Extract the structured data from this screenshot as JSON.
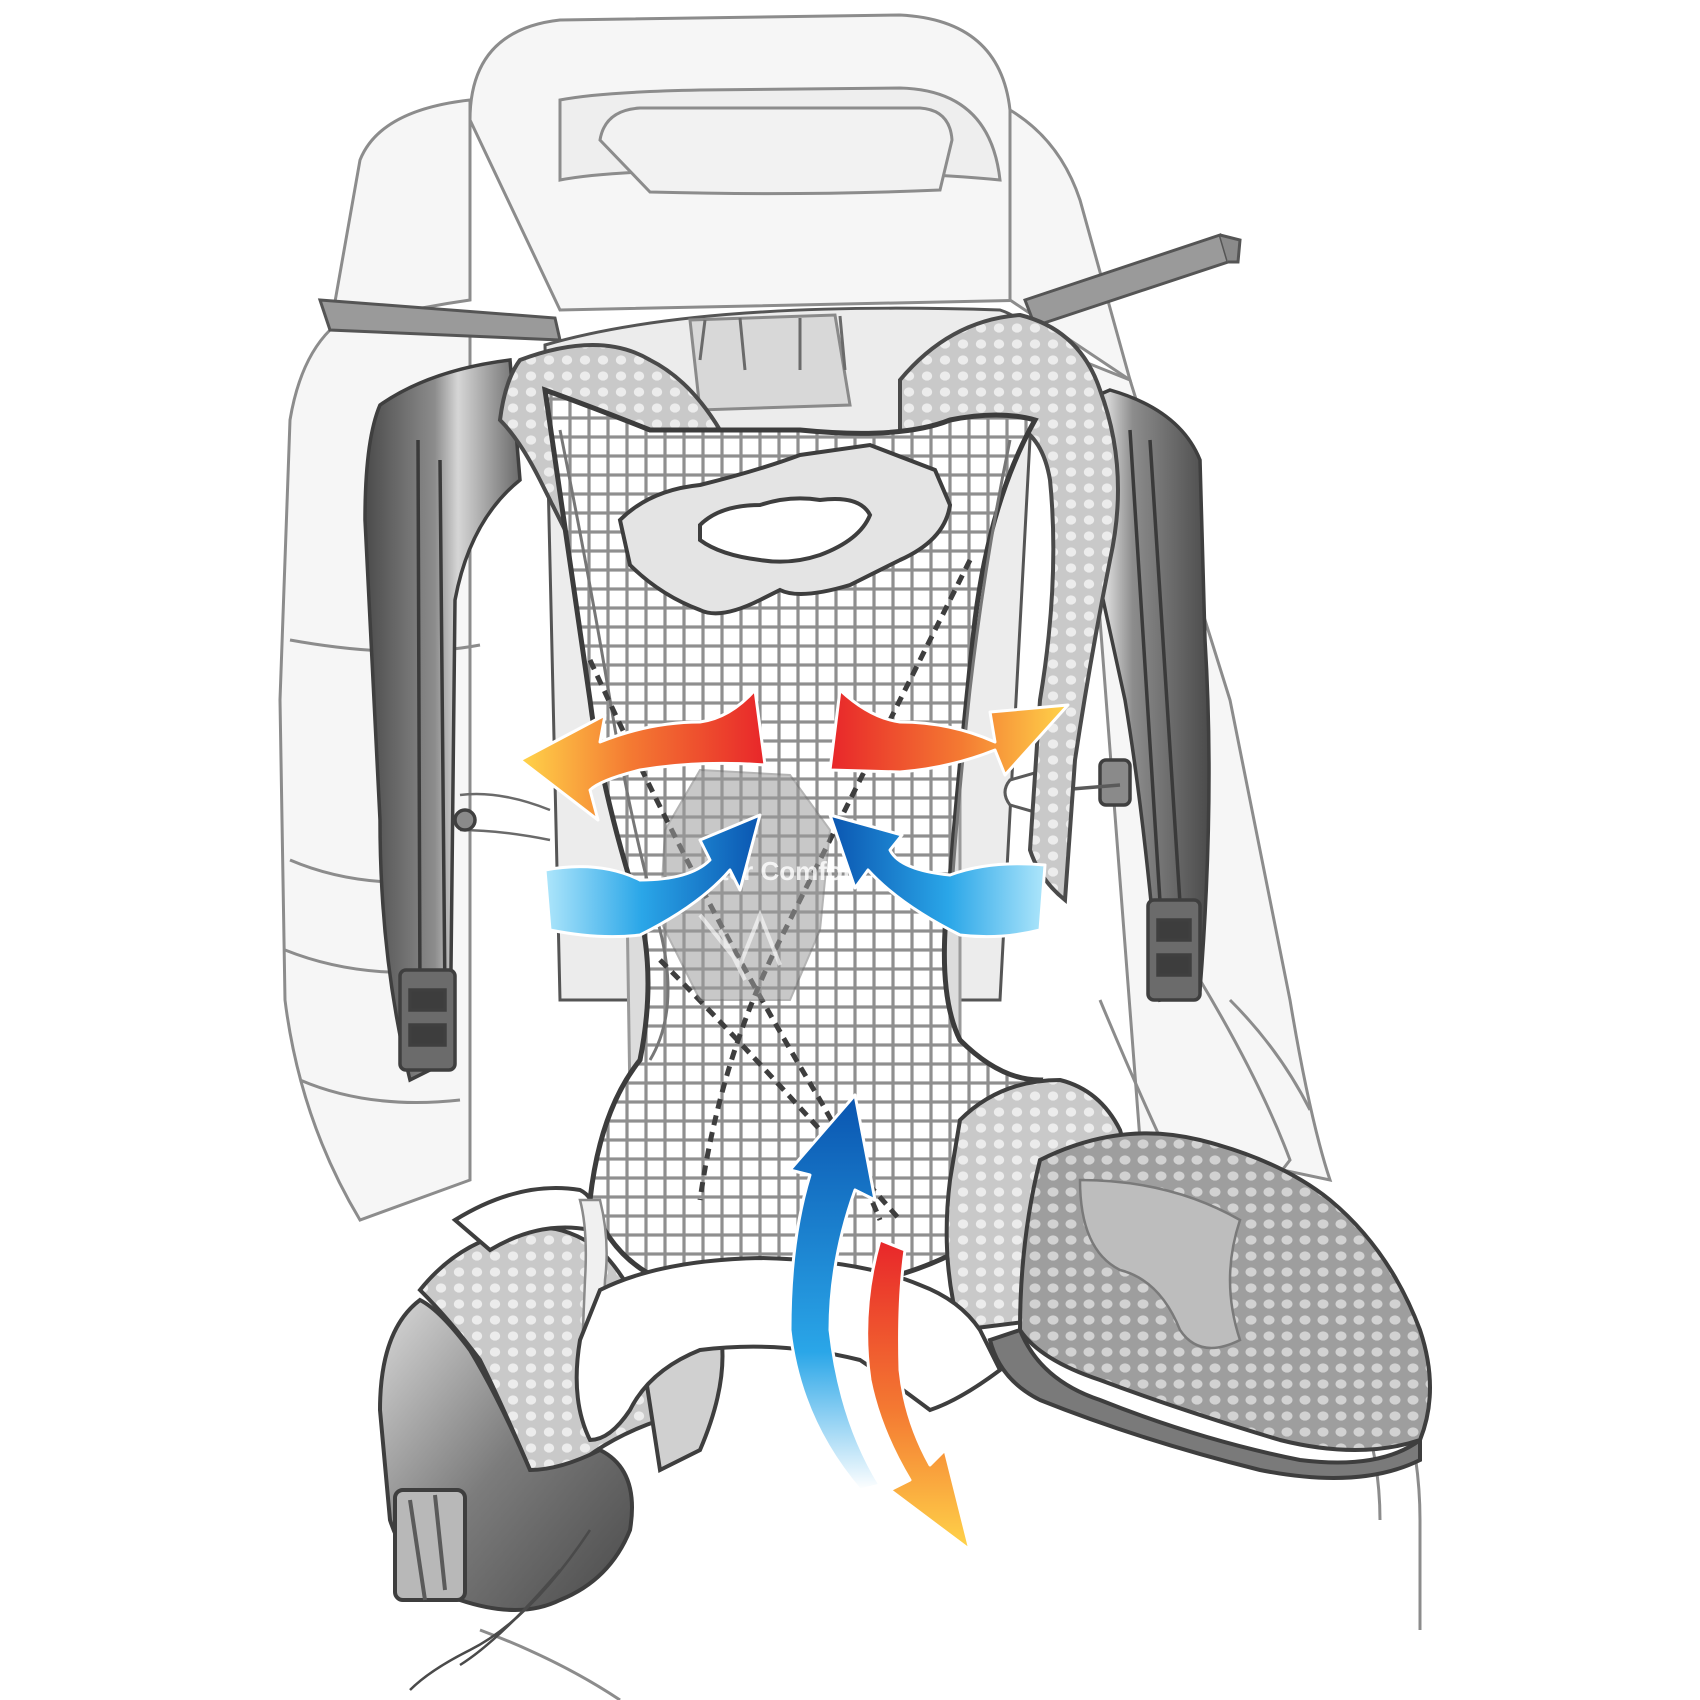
{
  "diagram": {
    "subject": "backpack-back-ventilation-system",
    "logo_text": "ter Comfort",
    "colors": {
      "outline": "#4a4a4a",
      "pack_fill": "#f6f6f6",
      "pack_line": "#8c8c8c",
      "strap_dark": "#5c5c5c",
      "strap_mid": "#8e8e8e",
      "mesh_fill": "#e6e6e6",
      "mesh_line": "#9a9a9a",
      "warm_start": "#e82a2a",
      "warm_end": "#ffd24a",
      "cool_start": "#0a5bb5",
      "cool_end": "#aee6fb"
    },
    "airflow": {
      "warm_arrows": 3,
      "cool_arrows": 3
    }
  }
}
